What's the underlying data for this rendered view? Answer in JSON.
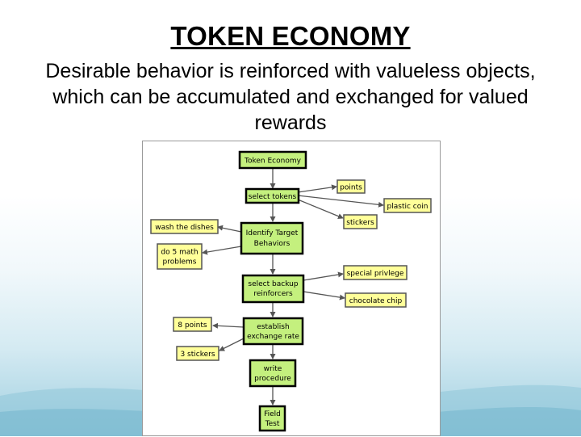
{
  "slide": {
    "title": "TOKEN ECONOMY",
    "subtitle": "Desirable behavior is reinforced with valueless objects, which can be accumulated and exchanged for valued rewards"
  },
  "diagram": {
    "nodes": {
      "token_economy": "Token Economy",
      "select_tokens": "select tokens",
      "points": "points",
      "plastic_coin": "plastic coin",
      "stickers": "stickers",
      "wash_dishes": "wash the dishes",
      "identify_target": [
        "Identify Target",
        "Behaviors"
      ],
      "math_problems": [
        "do 5 math",
        "problems"
      ],
      "select_backup": [
        "select backup",
        "reinforcers"
      ],
      "special_privilege": "special privlege",
      "chocolate_chip": "chocolate chip",
      "eight_points": "8 points",
      "establish_exchange": [
        "establish",
        "exchange rate"
      ],
      "three_stickers": "3 stickers",
      "write_procedure": [
        "write",
        "procedure"
      ],
      "field_test": [
        "Field",
        "Test"
      ]
    },
    "colors": {
      "main_node_fill": "#c4f07e",
      "side_node_fill": "#ffff99",
      "main_node_border": "#000000",
      "side_node_border": "#555555",
      "arrow": "#555555"
    }
  }
}
